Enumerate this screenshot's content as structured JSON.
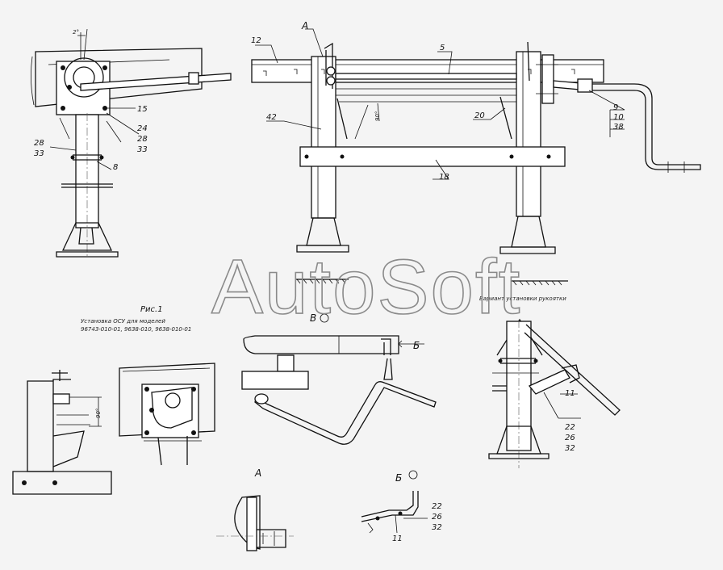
{
  "watermark": "AutoSoft",
  "figure": {
    "caption": "Рис.1",
    "note_line1": "Установка ОСУ для моделей",
    "note_line2": "96743-010-01, 9638-010, 9638-010-01"
  },
  "handle_variant_label": "Вариант установки рукоятки",
  "view_labels": {
    "a_top": "A",
    "a_view": "A",
    "b_arrow": "Б",
    "b_view": "Б",
    "v_view": "В"
  },
  "dimensions": {
    "angle_top": "2°",
    "angle_main": "90°",
    "angle_left": "90°"
  },
  "callouts": {
    "c12": "12",
    "c5": "5",
    "c42": "42",
    "c20": "20",
    "c18": "18",
    "c9": "9",
    "c10": "10",
    "c38": "38",
    "c15": "15",
    "c24": "24",
    "c28a": "28",
    "c33a": "33",
    "c28b": "28",
    "c33b": "33",
    "c8": "8",
    "c11a": "11",
    "c22a": "22",
    "c26a": "26",
    "c32a": "32",
    "c22b": "22",
    "c26b": "26",
    "c32b": "32",
    "c11b": "11"
  }
}
